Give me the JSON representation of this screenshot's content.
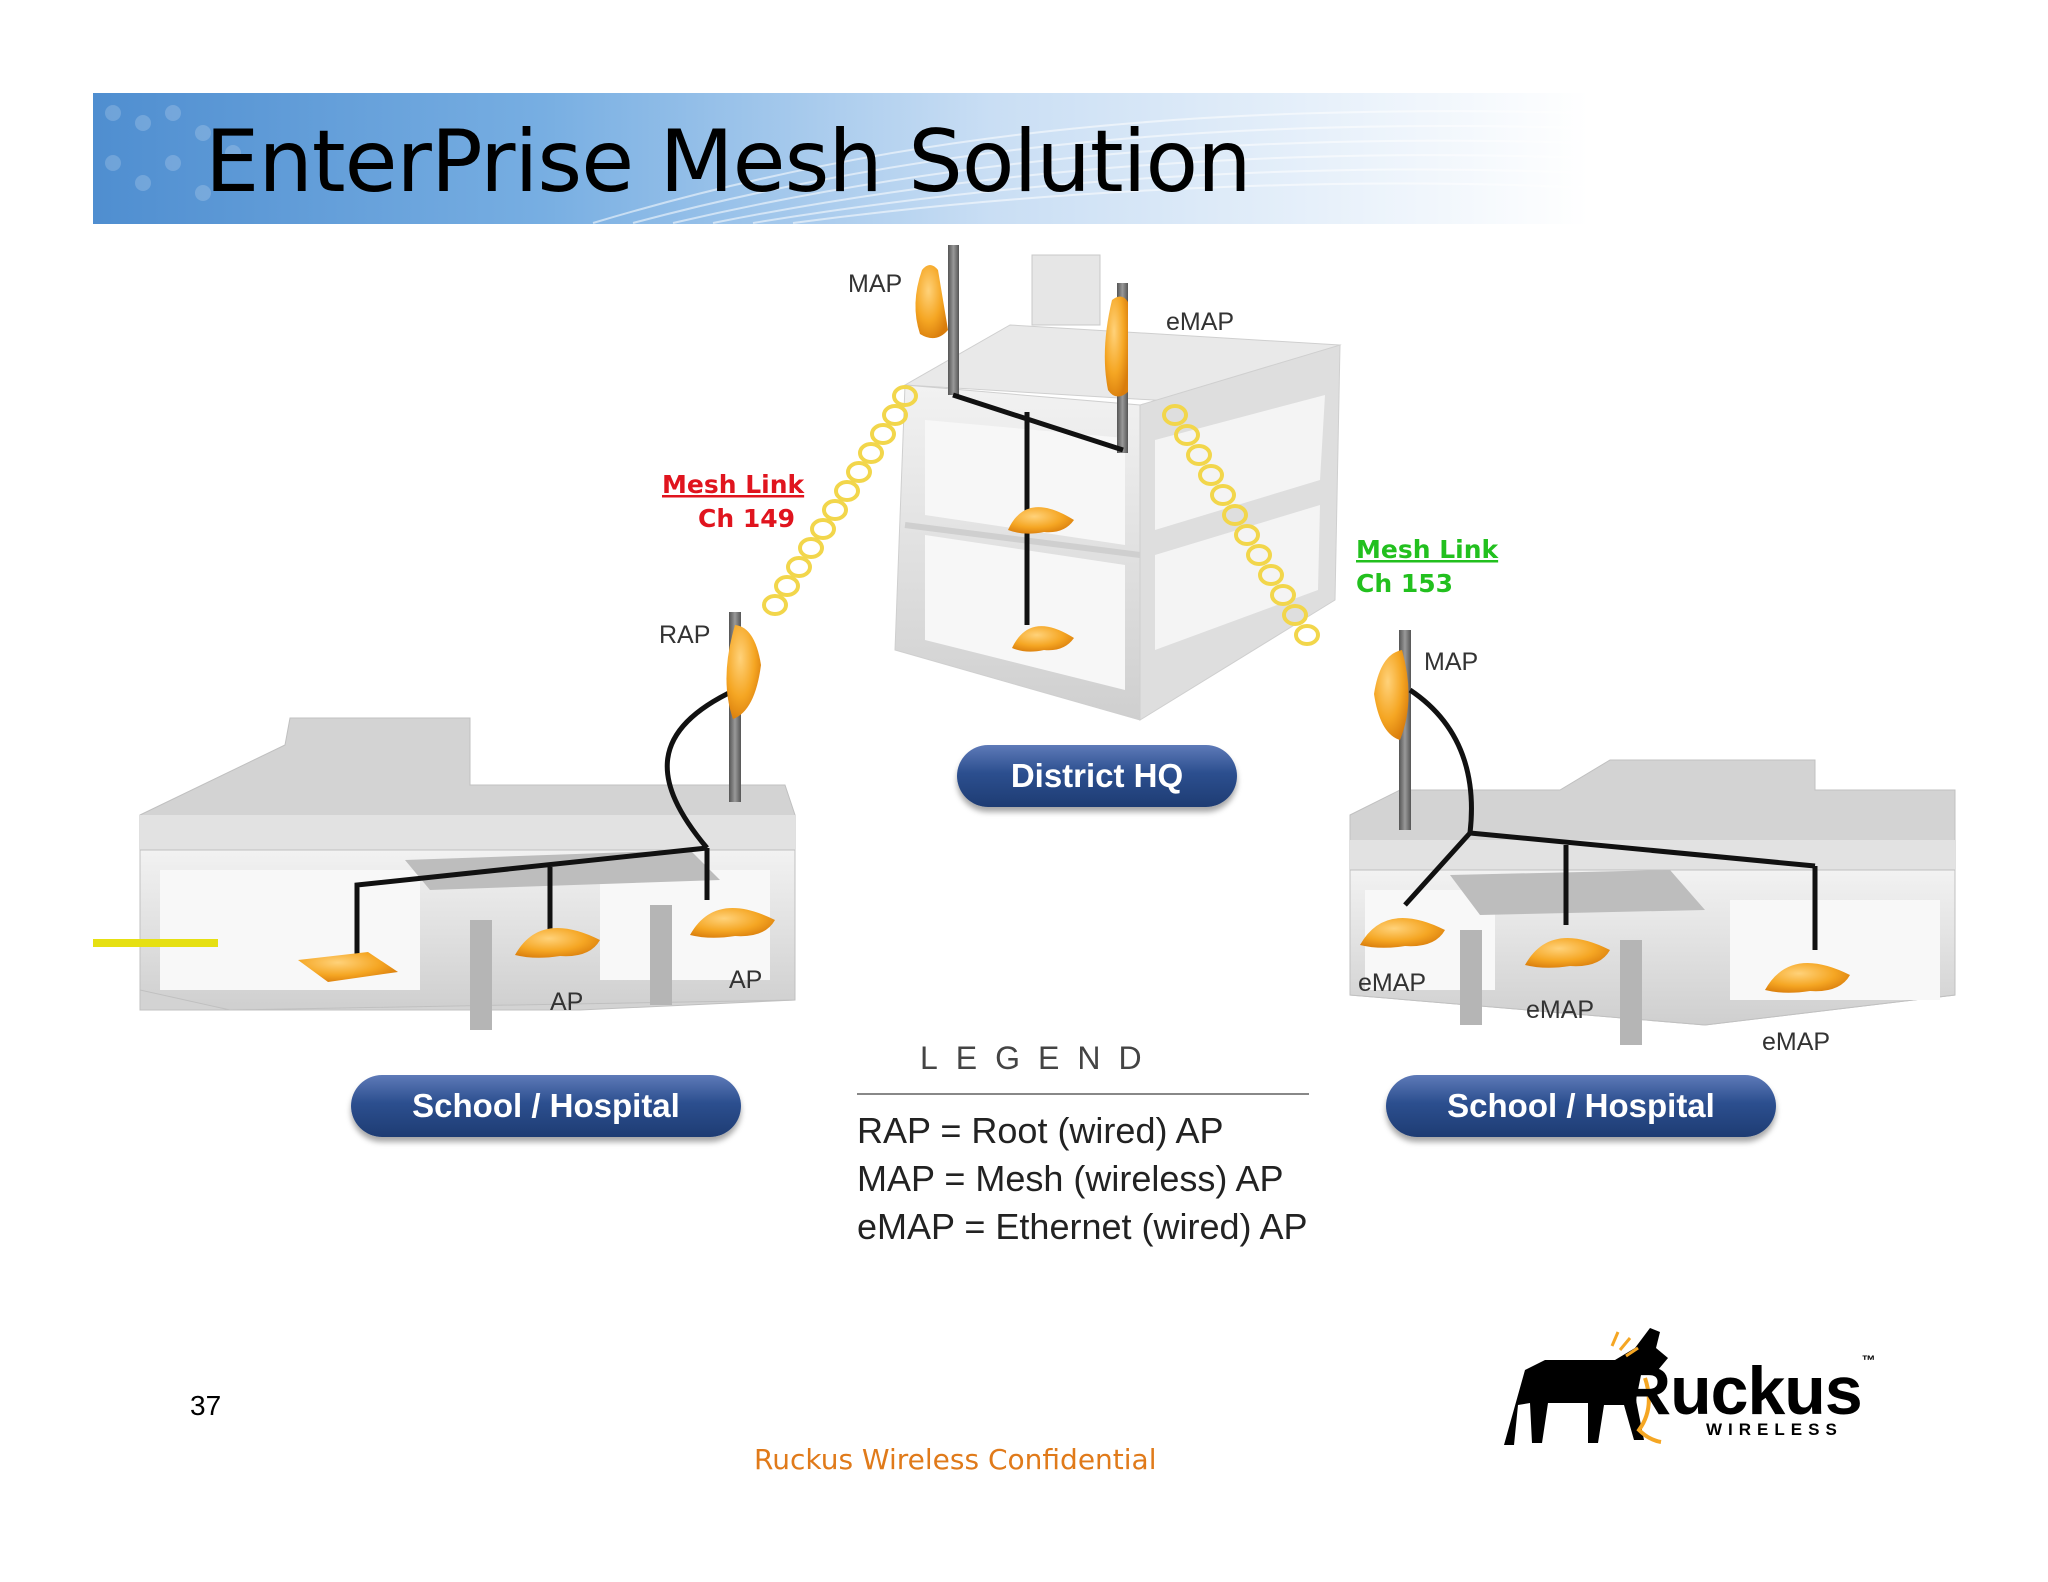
{
  "slide": {
    "title": "EnterPrise Mesh Solution",
    "page_number": "37",
    "footer": "Ruckus Wireless Confidential"
  },
  "diagram": {
    "buildings": {
      "left": "School / Hospital",
      "center": "District HQ",
      "right": "School / Hospital"
    },
    "labels": {
      "hq_map": "MAP",
      "hq_emap": "eMAP",
      "rap": "RAP",
      "right_map": "MAP",
      "left_ap_1": "AP",
      "left_ap_2": "AP",
      "right_emap_1": "eMAP",
      "right_emap_2": "eMAP",
      "right_emap_3": "eMAP"
    },
    "mesh_links": [
      {
        "label": "Mesh Link",
        "channel": "Ch 149",
        "color": "#e0141e"
      },
      {
        "label": "Mesh Link",
        "channel": "Ch 153",
        "color": "#22c01e"
      }
    ]
  },
  "legend": {
    "title": "LEGEND",
    "items": [
      "RAP = Root (wired) AP",
      "MAP = Mesh (wireless) AP",
      "eMAP = Ethernet (wired) AP"
    ]
  },
  "logo": {
    "wordmark": "Ruckus",
    "sub": "WIRELESS",
    "trademark": "™"
  },
  "colors": {
    "ap_orange": "#f5a623",
    "pill_blue": "#2c4f8f",
    "footer_orange": "#e07a1a",
    "link_yellow": "#f2d64b"
  }
}
